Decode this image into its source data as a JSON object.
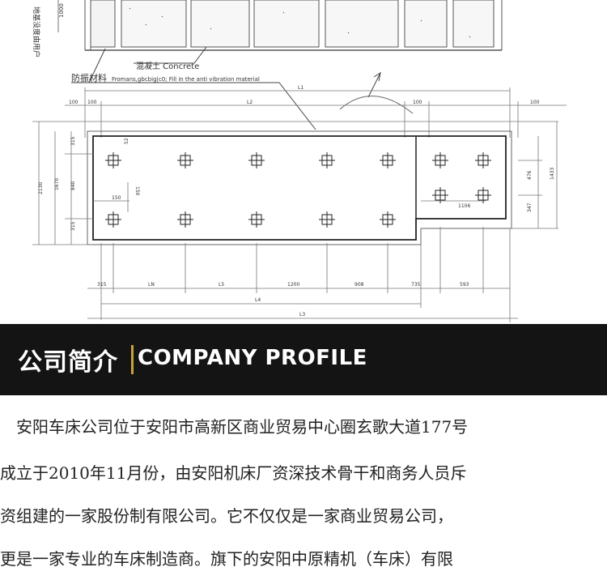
{
  "drawing": {
    "concrete_label": "混凝土 Concrete",
    "damping_label_cn": "防振材料",
    "damping_label_en": "Fromans,gbcbig|c0; Fill in the anti vibration material",
    "vertical_note": "地基没度由用户",
    "dims": {
      "top_1000": "1000",
      "l1": "L1",
      "d100_left": "100",
      "d100_top_left": "100",
      "l2": "L2",
      "d100_mid": "100",
      "d100_right": "100",
      "d315": "315",
      "d840": "840",
      "d1670": "1670",
      "d2130": "2130",
      "d315b": "315",
      "d150": "150",
      "d150v": "150",
      "d52": "52",
      "d476": "476",
      "d1433": "1433",
      "d347": "347",
      "d1106": "1106",
      "d315c": "315",
      "ln": "LN",
      "l5": "L5",
      "d1200": "1200",
      "d908": "908",
      "d735": "735",
      "d593": "593",
      "l4": "L4",
      "l3": "L3"
    }
  },
  "banner": {
    "title_cn": "公司简介",
    "title_en": "COMPANY PROFILE"
  },
  "intro": {
    "lines": [
      "　安阳车床公司位于安阳市高新区商业贸易中心圈玄歌大道177号",
      "成立于2010年11月份，由安阳机床厂资深技术骨干和商务人员斥",
      "资组建的一家股份制有限公司。它不仅仅是一家商业贸易公司，",
      "更是一家专业的车床制造商。旗下的安阳中原精机（车床）有限"
    ]
  }
}
